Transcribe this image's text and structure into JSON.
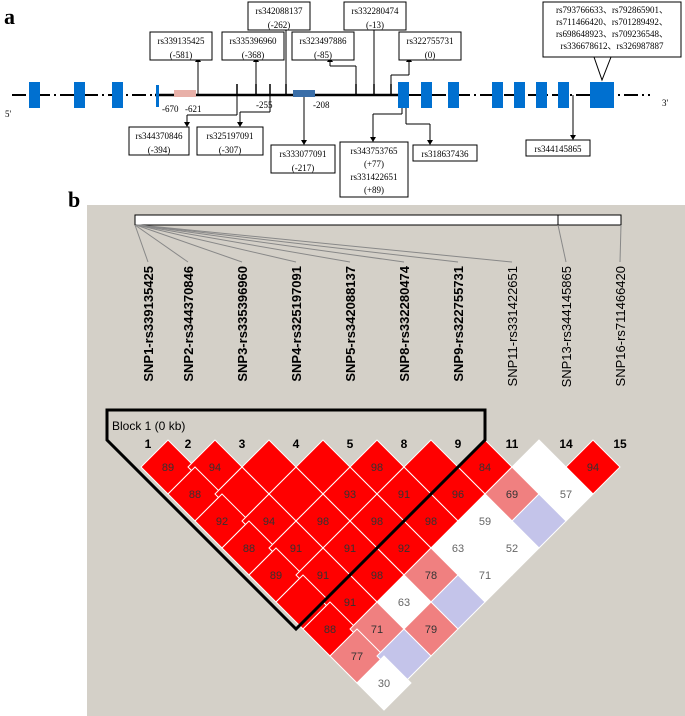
{
  "panel_a": {
    "label": "a",
    "end5": "5'",
    "end3": "3'",
    "positions": [
      "-670",
      "-621",
      "-255",
      "-208"
    ],
    "callouts": [
      {
        "lines": [
          "rs339135425",
          "(-581)"
        ]
      },
      {
        "lines": [
          "rs335396960",
          "(-368)"
        ]
      },
      {
        "lines": [
          "rs342088137",
          "(-262)"
        ]
      },
      {
        "lines": [
          "rs323497886",
          "(-85)"
        ]
      },
      {
        "lines": [
          "rs332280474",
          "(-13)"
        ]
      },
      {
        "lines": [
          "rs322755731",
          "(0)"
        ]
      },
      {
        "lines": [
          "rs793766633、rs792865901、",
          "rs711466420、rs701289492、",
          "rs698648923、rs709236548、",
          "rs336678612、rs326987887"
        ]
      },
      {
        "lines": [
          "rs344370846",
          "(-394)"
        ]
      },
      {
        "lines": [
          "rs325197091",
          "(-307)"
        ]
      },
      {
        "lines": [
          "rs333077091",
          "(-217)"
        ]
      },
      {
        "lines": [
          "rs343753765",
          "(+77)",
          "rs331422651",
          "(+89)"
        ]
      },
      {
        "lines": [
          "rs318637436"
        ]
      },
      {
        "lines": [
          "rs344145865"
        ]
      }
    ]
  },
  "panel_b": {
    "label": "b",
    "block_label": "Block 1 (0 kb)",
    "snps": [
      {
        "name": "SNP1-rs339135425",
        "num": "1",
        "bold": true
      },
      {
        "name": "SNP2-rs344370846",
        "num": "2",
        "bold": true
      },
      {
        "name": "SNP3-rs335396960",
        "num": "3",
        "bold": true
      },
      {
        "name": "SNP4-rs325197091",
        "num": "4",
        "bold": true
      },
      {
        "name": "SNP5-rs342088137",
        "num": "5",
        "bold": true
      },
      {
        "name": "SNP8-rs332280474",
        "num": "8",
        "bold": true
      },
      {
        "name": "SNP9-rs322755731",
        "num": "9",
        "bold": true
      },
      {
        "name": "SNP11-rs331422651",
        "num": "11",
        "bold": false
      },
      {
        "name": "SNP13-rs344145865",
        "num": "14",
        "bold": false
      },
      {
        "name": "SNP16-rs711466420",
        "num": "15",
        "bold": false
      }
    ],
    "cells": [
      {
        "i": 1,
        "j": 2,
        "label": "89",
        "color": "#ff0000"
      },
      {
        "i": 2,
        "j": 3,
        "label": "94",
        "color": "#ff0000"
      },
      {
        "i": 3,
        "j": 4,
        "label": "",
        "color": "#ff0000"
      },
      {
        "i": 4,
        "j": 5,
        "label": "",
        "color": "#ff0000"
      },
      {
        "i": 5,
        "j": 6,
        "label": "98",
        "color": "#ff0000"
      },
      {
        "i": 6,
        "j": 7,
        "label": "",
        "color": "#ff0000"
      },
      {
        "i": 7,
        "j": 8,
        "label": "84",
        "color": "#ff0000"
      },
      {
        "i": 8,
        "j": 9,
        "label": "",
        "color": "#ffffff"
      },
      {
        "i": 9,
        "j": 10,
        "label": "94",
        "color": "#ff0000"
      },
      {
        "i": 1,
        "j": 3,
        "label": "88",
        "color": "#ff0000"
      },
      {
        "i": 2,
        "j": 4,
        "label": "",
        "color": "#ff0000"
      },
      {
        "i": 3,
        "j": 5,
        "label": "",
        "color": "#ff0000"
      },
      {
        "i": 4,
        "j": 6,
        "label": "93",
        "color": "#ff0000"
      },
      {
        "i": 5,
        "j": 7,
        "label": "91",
        "color": "#ff0000"
      },
      {
        "i": 6,
        "j": 8,
        "label": "96",
        "color": "#ff0000"
      },
      {
        "i": 7,
        "j": 9,
        "label": "69",
        "color": "#f08080"
      },
      {
        "i": 8,
        "j": 10,
        "label": "57",
        "color": "#ffffff"
      },
      {
        "i": 1,
        "j": 4,
        "label": "92",
        "color": "#ff0000"
      },
      {
        "i": 2,
        "j": 5,
        "label": "94",
        "color": "#ff0000"
      },
      {
        "i": 3,
        "j": 6,
        "label": "98",
        "color": "#ff0000"
      },
      {
        "i": 4,
        "j": 7,
        "label": "98",
        "color": "#ff0000"
      },
      {
        "i": 5,
        "j": 8,
        "label": "98",
        "color": "#ff0000"
      },
      {
        "i": 6,
        "j": 9,
        "label": "59",
        "color": "#ffffff"
      },
      {
        "i": 7,
        "j": 10,
        "label": "",
        "color": "#c4c4ea"
      },
      {
        "i": 1,
        "j": 5,
        "label": "88",
        "color": "#ff0000"
      },
      {
        "i": 2,
        "j": 6,
        "label": "91",
        "color": "#ff0000"
      },
      {
        "i": 3,
        "j": 7,
        "label": "91",
        "color": "#ff0000"
      },
      {
        "i": 4,
        "j": 8,
        "label": "92",
        "color": "#ff0000"
      },
      {
        "i": 5,
        "j": 9,
        "label": "63",
        "color": "#ffffff"
      },
      {
        "i": 6,
        "j": 10,
        "label": "52",
        "color": "#ffffff"
      },
      {
        "i": 1,
        "j": 6,
        "label": "89",
        "color": "#ff0000"
      },
      {
        "i": 2,
        "j": 7,
        "label": "91",
        "color": "#ff0000"
      },
      {
        "i": 3,
        "j": 8,
        "label": "98",
        "color": "#ff0000"
      },
      {
        "i": 4,
        "j": 9,
        "label": "78",
        "color": "#f08080"
      },
      {
        "i": 5,
        "j": 10,
        "label": "71",
        "color": "#ffffff"
      },
      {
        "i": 1,
        "j": 7,
        "label": "",
        "color": "#ff0000"
      },
      {
        "i": 2,
        "j": 8,
        "label": "91",
        "color": "#ff0000"
      },
      {
        "i": 3,
        "j": 9,
        "label": "63",
        "color": "#ffffff"
      },
      {
        "i": 4,
        "j": 10,
        "label": "",
        "color": "#c4c4ea"
      },
      {
        "i": 1,
        "j": 8,
        "label": "88",
        "color": "#ff0000"
      },
      {
        "i": 2,
        "j": 9,
        "label": "71",
        "color": "#f08080"
      },
      {
        "i": 3,
        "j": 10,
        "label": "79",
        "color": "#f08080"
      },
      {
        "i": 1,
        "j": 9,
        "label": "77",
        "color": "#f08080"
      },
      {
        "i": 2,
        "j": 10,
        "label": "",
        "color": "#c4c4ea"
      },
      {
        "i": 1,
        "j": 10,
        "label": "30",
        "color": "#ffffff"
      }
    ]
  }
}
